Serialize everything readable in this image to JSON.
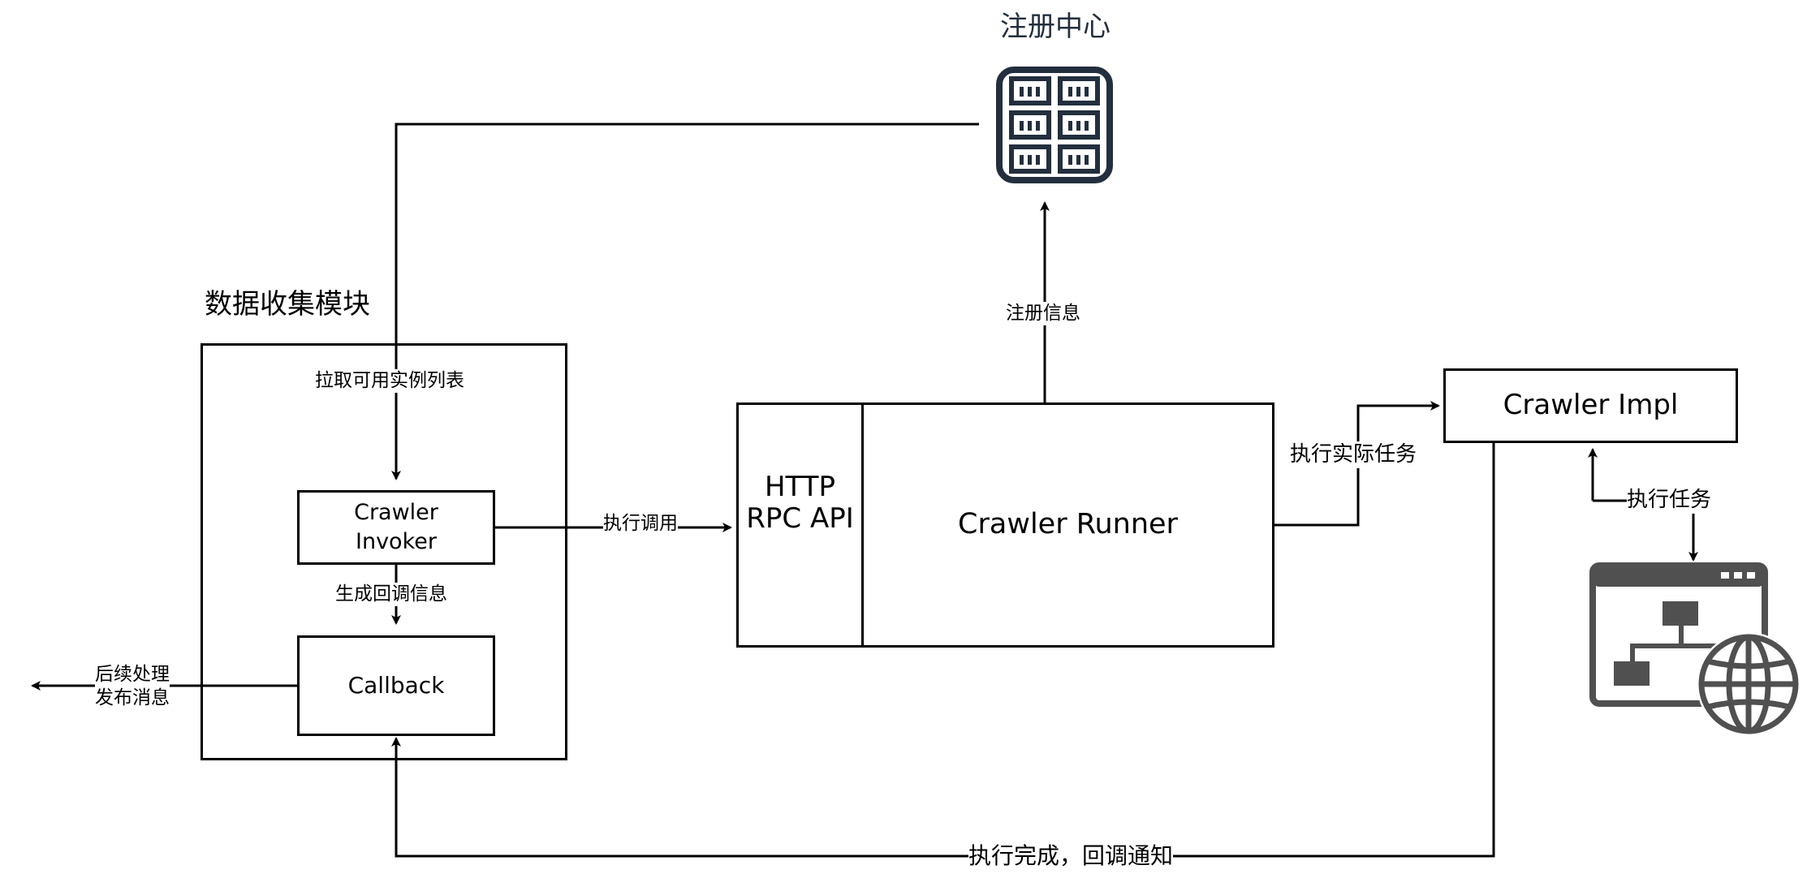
{
  "title_registry": "注册中心",
  "title_collector": "数据收集模块",
  "nodes": {
    "crawler_invoker": "Crawler\nInvoker",
    "callback": "Callback",
    "http_api": "HTTP\nRPC API",
    "crawler_runner": "Crawler Runner",
    "crawler_impl": "Crawler Impl"
  },
  "edges": {
    "pull_instances": "拉取可用实例列表",
    "invoke": "执行调用",
    "gen_callback": "生成回调信息",
    "post_process": "后续处理\n发布消息",
    "register_info": "注册信息",
    "exec_actual": "执行实际任务",
    "exec_task": "执行任务",
    "done_callback": "执行完成，回调通知"
  },
  "icons": {
    "registry": "server-grid-icon",
    "website": "website-sitemap-globe-icon"
  },
  "colors": {
    "registry_icon": "#232F3E",
    "website_icon": "#505050",
    "lines": "#000000"
  }
}
